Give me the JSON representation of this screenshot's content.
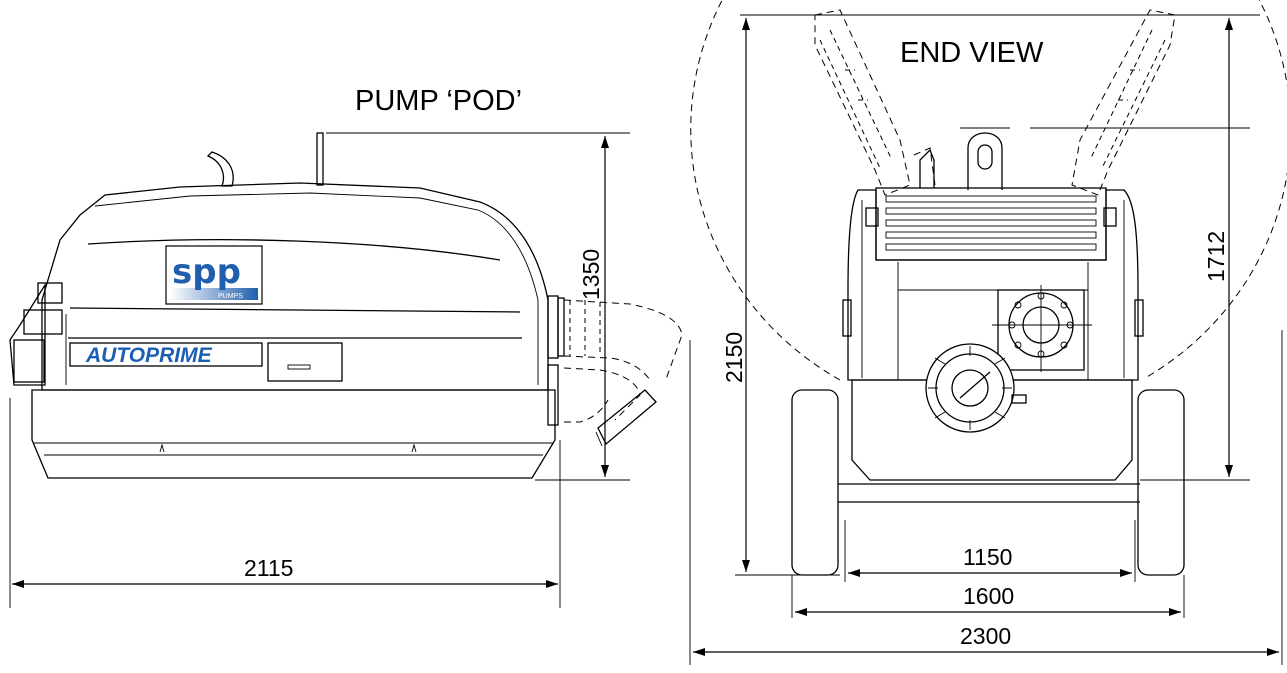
{
  "side_view": {
    "title": "PUMP ‘POD’",
    "logo_text": "spp",
    "logo_sub": "PUMPS",
    "brand_label": "AUTOPRIME",
    "dim_length": "2115",
    "dim_height": "1350"
  },
  "end_view": {
    "title": "END VIEW",
    "dim_overall_height": "2150",
    "dim_body_height": "1712",
    "dim_inner_track": "1150",
    "dim_outer_track": "1600",
    "dim_overall_width": "2300"
  },
  "colors": {
    "line": "#000000",
    "logo_blue": "#1f5fae",
    "brand_blue": "#1a5fb4"
  }
}
